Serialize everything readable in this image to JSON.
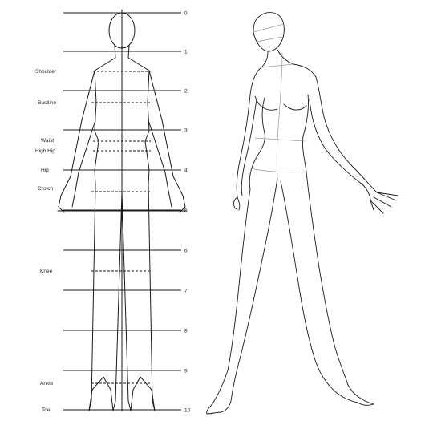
{
  "colors": {
    "line": "#1a1a1a",
    "guide": "#8a8a8a",
    "background": "#ffffff"
  },
  "head_count_numbers": [
    "0",
    "1",
    "2",
    "3",
    "4",
    "5",
    "6",
    "7",
    "8",
    "9",
    "10"
  ],
  "body_landmarks": [
    {
      "id": "shoulder",
      "label": "Shoulder"
    },
    {
      "id": "bustline",
      "label": "Bustline"
    },
    {
      "id": "waist",
      "label": "Waist"
    },
    {
      "id": "high-hip",
      "label": "High Hip"
    },
    {
      "id": "hip",
      "label": "Hip"
    },
    {
      "id": "crotch",
      "label": "Crotch"
    },
    {
      "id": "knee",
      "label": "Knee"
    },
    {
      "id": "ankle",
      "label": "Ankle"
    },
    {
      "id": "toe",
      "label": "Toe"
    }
  ]
}
